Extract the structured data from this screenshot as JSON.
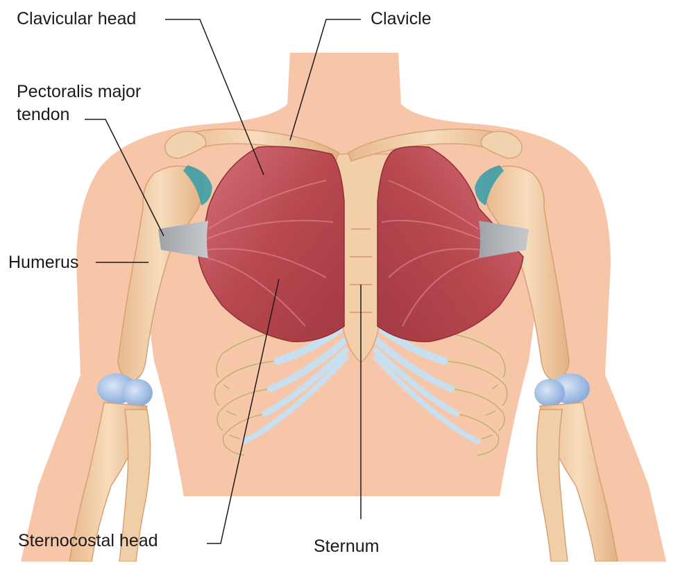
{
  "labels": {
    "clavicular_head": "Clavicular head",
    "clavicle": "Clavicle",
    "pectoralis_line1": "Pectoralis major",
    "pectoralis_line2": "tendon",
    "humerus": "Humerus",
    "sternocostal_head": "Sternocostal head",
    "sternum": "Sternum"
  },
  "colors": {
    "skin": "#f7c6a8",
    "bone": "#f2d2ae",
    "bone_dark": "#d9a77c",
    "muscle": "#b8474f",
    "muscle_light": "#d9777c",
    "tendon": "#b9bcc0",
    "cartilage": "#c7dcec",
    "joint": "#8fb3e0",
    "teal": "#3d9ea6",
    "leader_line": "#1a1a1a"
  }
}
